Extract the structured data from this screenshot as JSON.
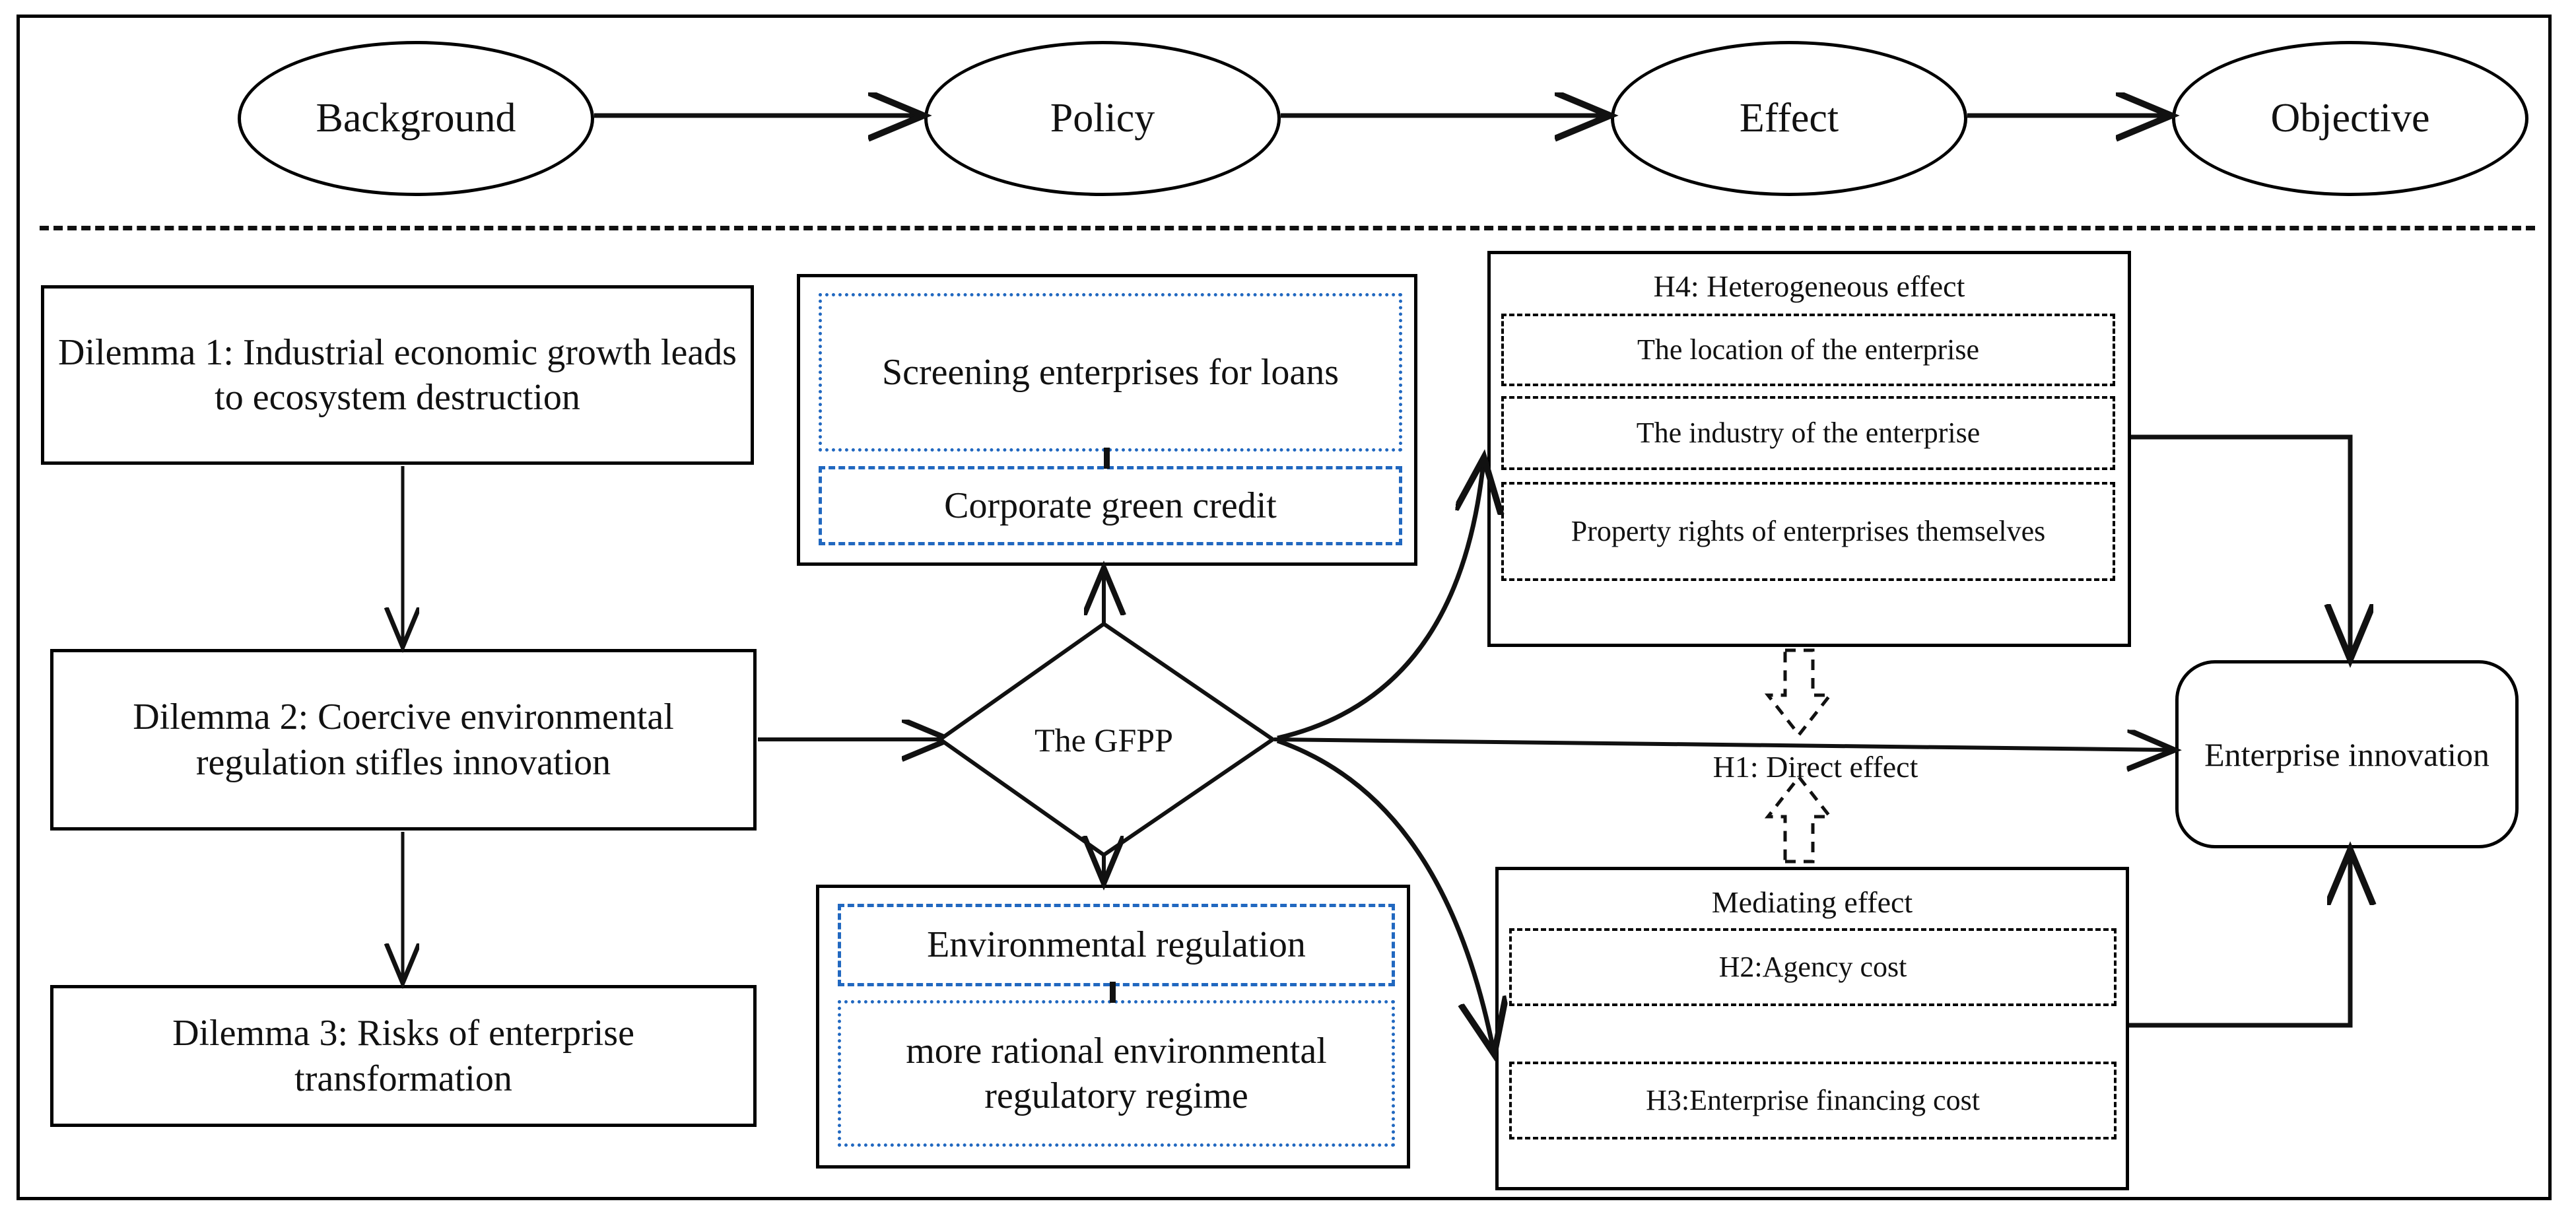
{
  "top_flow": {
    "nodes": [
      {
        "label": "Background"
      },
      {
        "label": "Policy"
      },
      {
        "label": "Effect"
      },
      {
        "label": "Objective"
      }
    ]
  },
  "dilemmas": [
    {
      "label": "Dilemma 1: Industrial economic growth leads to ecosystem destruction"
    },
    {
      "label": "Dilemma 2: Coercive environmental regulation stifles innovation"
    },
    {
      "label": "Dilemma 3: Risks of enterprise transformation"
    }
  ],
  "policy_panel_top": {
    "dotted_label": "Screening enterprises for loans",
    "dashed_label": "Corporate green credit"
  },
  "policy_panel_bottom": {
    "dashed_label": "Environmental regulation",
    "dotted_label": "more rational environmental regulatory regime"
  },
  "decision": {
    "label": "The GFPP"
  },
  "heterogeneous": {
    "title": "H4: Heterogeneous effect",
    "items": [
      "The location of the enterprise",
      "The industry of the enterprise",
      "Property rights of enterprises themselves"
    ]
  },
  "mediating": {
    "title": "Mediating effect",
    "items": [
      "H2:Agency cost",
      "H3:Enterprise financing cost"
    ]
  },
  "direct_effect": {
    "label": "H1: Direct effect"
  },
  "outcome": {
    "label": "Enterprise innovation"
  },
  "colors": {
    "line": "#111111",
    "blue_accent": "#2168c0",
    "frame": "#000000",
    "background": "#ffffff"
  }
}
